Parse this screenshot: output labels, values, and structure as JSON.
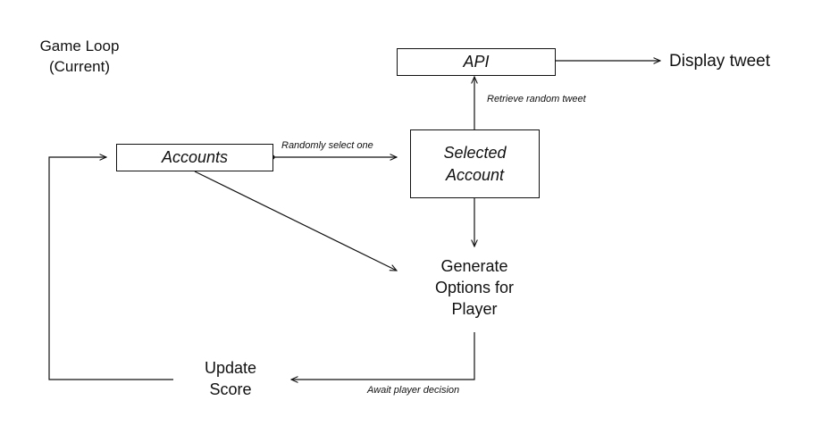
{
  "diagram": {
    "title_line1": "Game Loop",
    "title_line2": "(Current)",
    "nodes": {
      "api": "API",
      "display_tweet": "Display tweet",
      "accounts": "Accounts",
      "selected_account_line1": "Selected",
      "selected_account_line2": "Account",
      "generate_line1": "Generate",
      "generate_line2": "Options for",
      "generate_line3": "Player",
      "update_line1": "Update",
      "update_line2": "Score"
    },
    "edge_labels": {
      "retrieve": "Retrieve random tweet",
      "randomly_select": "Randomly select one",
      "await_decision": "Await player decision"
    },
    "colors": {
      "stroke": "#111111",
      "background": "#ffffff"
    }
  }
}
